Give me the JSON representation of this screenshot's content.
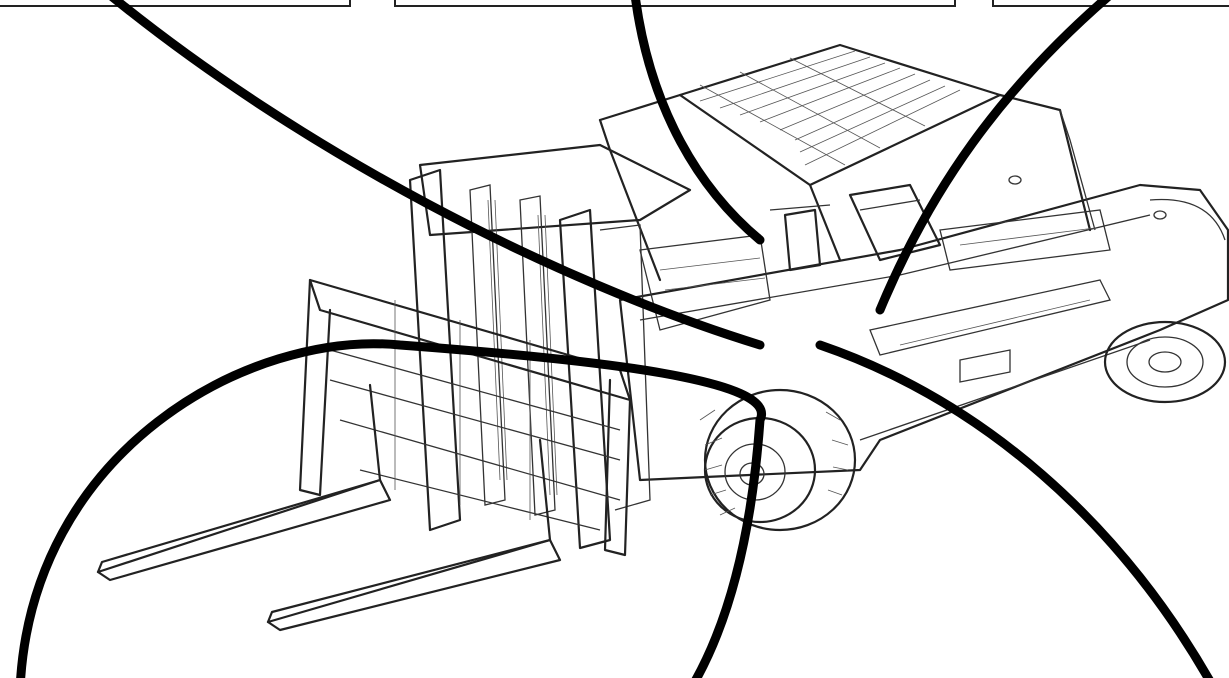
{
  "figure": {
    "subject": "forklift-line-drawing",
    "colors": {
      "background": "#ffffff",
      "ink": "#222222",
      "leader_lines": "#000000"
    },
    "callout_frames_visible_count": 3,
    "leader_lines_count": 5
  }
}
